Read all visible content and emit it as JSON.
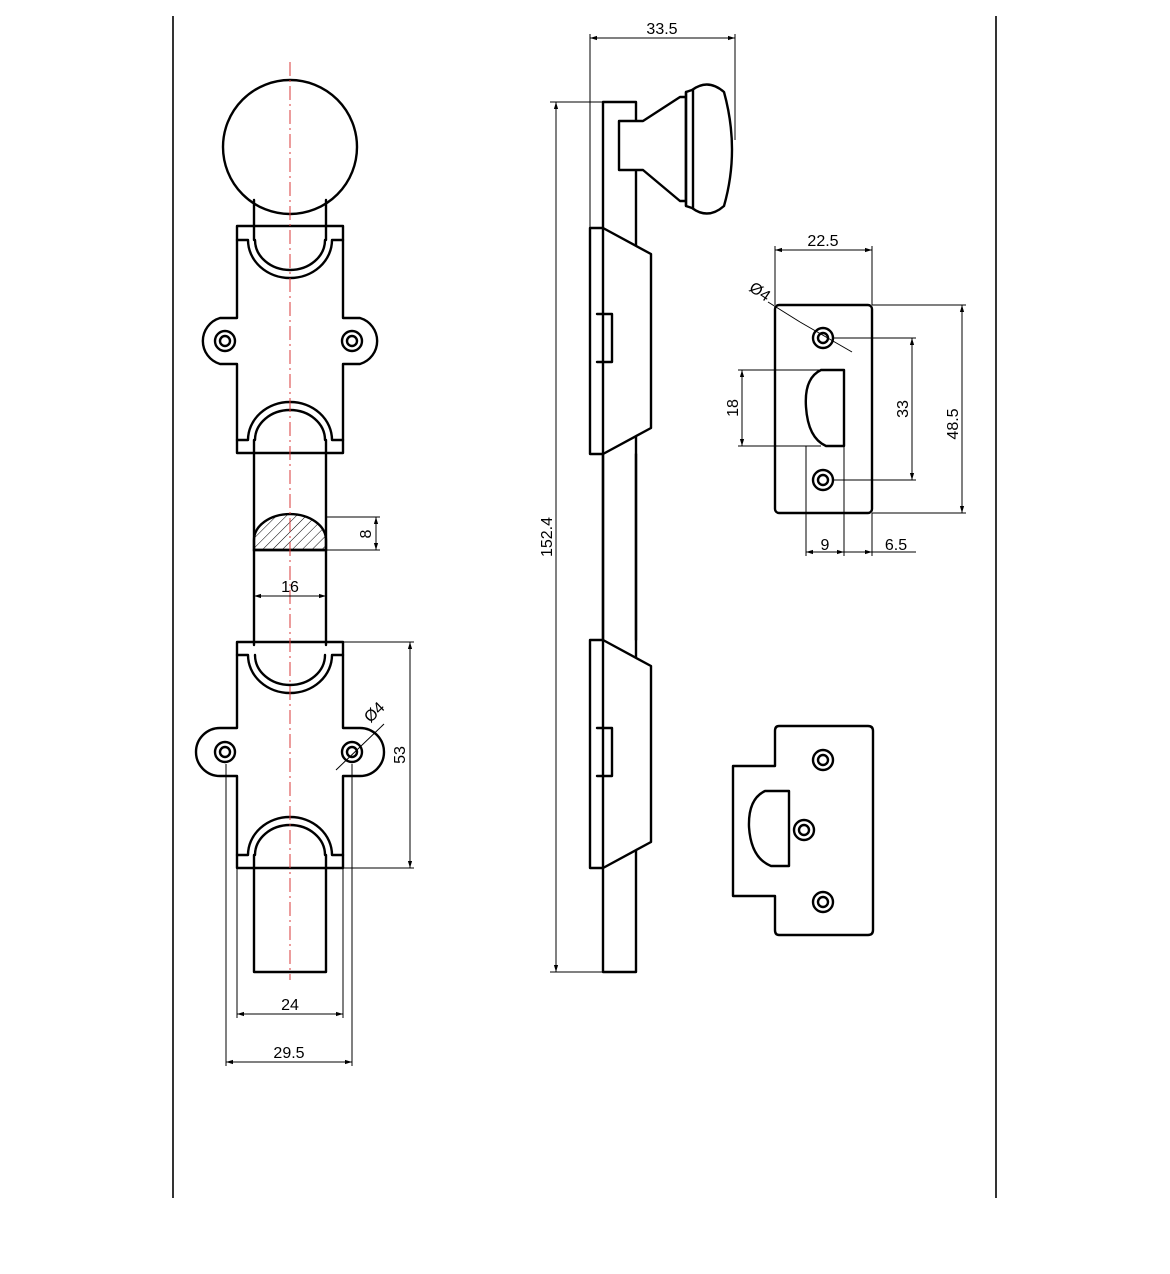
{
  "dimensions": {
    "front_width_inner": "24",
    "front_width_outer": "29.5",
    "bolt_width": "16",
    "bolt_section_height": "8",
    "hole_spacing": "53",
    "hole_diameter_front": "Ø4",
    "side_height": "152.4",
    "side_depth": "33.5",
    "keep_width": "22.5",
    "keep_hole_diameter": "Ø4",
    "keep_slot_height": "18",
    "keep_hole_spacing": "33",
    "keep_height": "48.5",
    "keep_slot_offset": "9",
    "keep_edge_offset": "6.5"
  }
}
